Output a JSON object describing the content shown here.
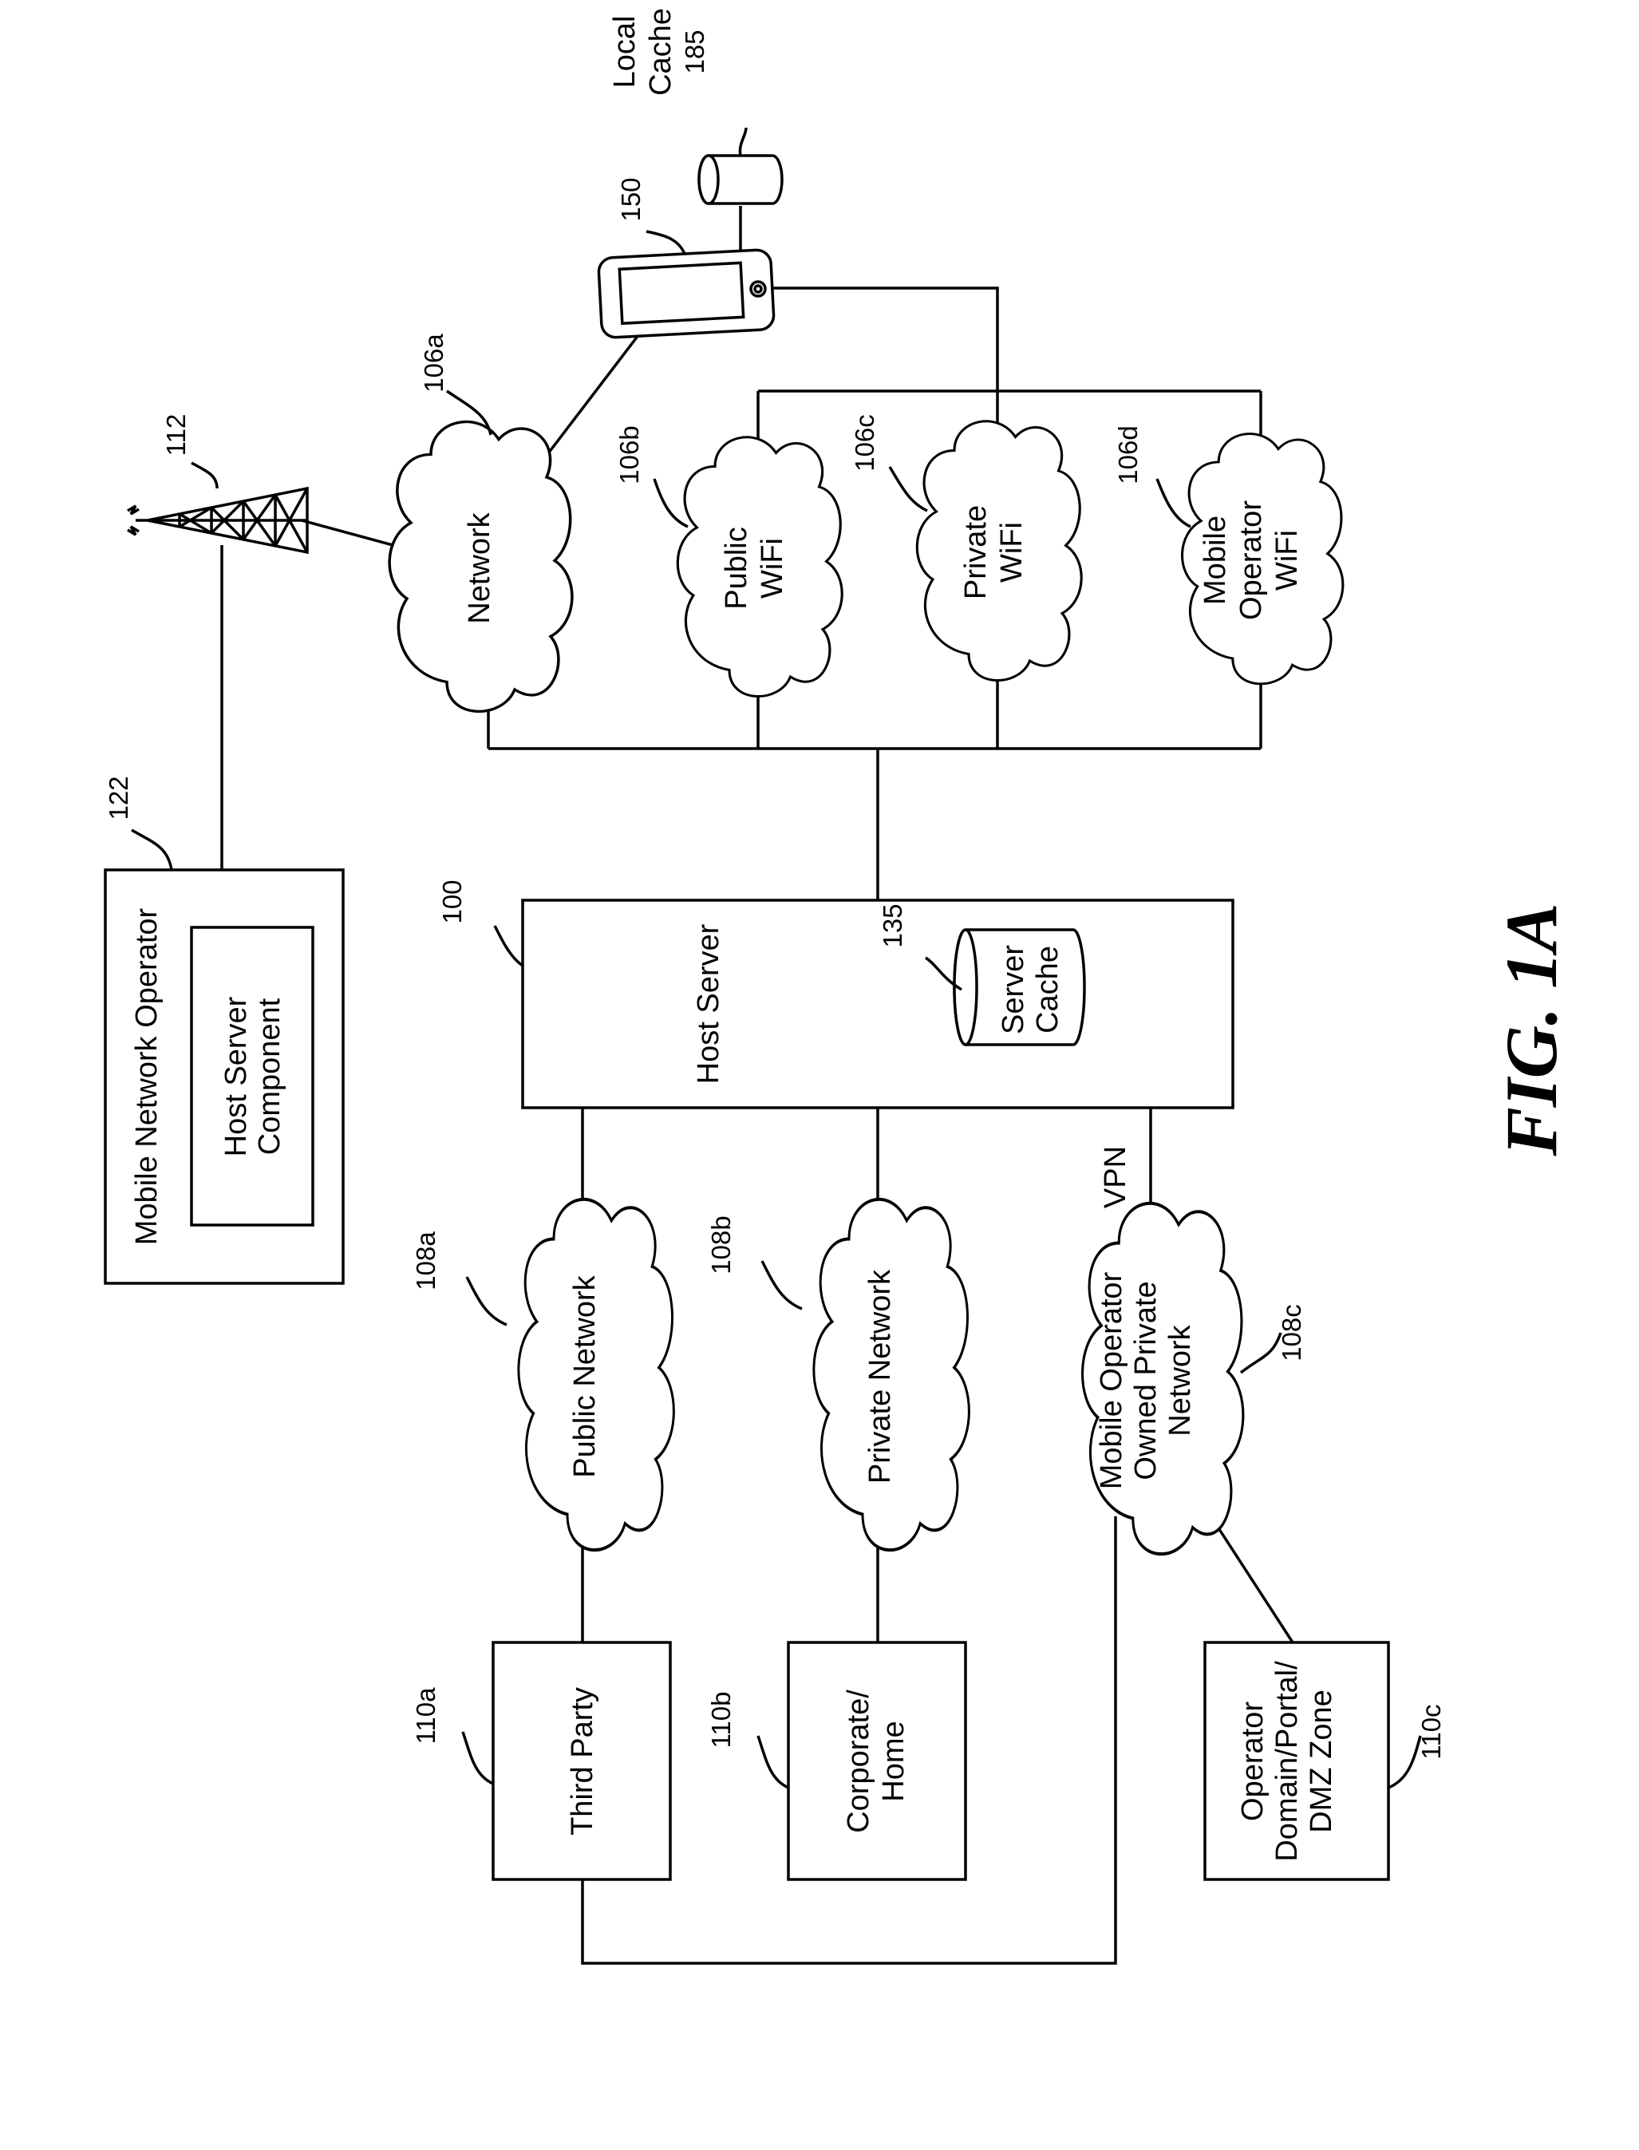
{
  "figure_label": "FIG. 1A",
  "mobile_operator": {
    "title": "Mobile Network Operator",
    "component_line1": "Host Server",
    "component_line2": "Component",
    "ref": "122"
  },
  "tower": {
    "ref": "112"
  },
  "host_server": {
    "label": "Host Server",
    "ref": "100"
  },
  "server_cache": {
    "line1": "Server",
    "line2": "Cache",
    "ref": "135"
  },
  "device": {
    "ref": "150"
  },
  "local_cache": {
    "line1": "Local",
    "line2": "Cache",
    "ref": "185"
  },
  "networks": {
    "network": {
      "label": "Network",
      "ref": "106a"
    },
    "public_wifi": {
      "line1": "Public",
      "line2": "WiFi",
      "ref": "106b"
    },
    "private_wifi": {
      "line1": "Private",
      "line2": "WiFi",
      "ref": "106c"
    },
    "operator_wifi": {
      "line1": "Mobile",
      "line2": "Operator",
      "line3": "WiFi",
      "ref": "106d"
    },
    "public_network": {
      "label": "Public Network",
      "ref": "108a"
    },
    "private_network": {
      "label": "Private Network",
      "ref": "108b"
    },
    "operator_private": {
      "line1": "Mobile Operator",
      "line2": "Owned Private",
      "line3": "Network",
      "ref": "108c"
    }
  },
  "vpn_label": "VPN",
  "endpoints": {
    "third_party": {
      "label": "Third Party",
      "ref": "110a"
    },
    "corporate": {
      "line1": "Corporate/",
      "line2": "Home",
      "ref": "110b"
    },
    "operator_domain": {
      "line1": "Operator",
      "line2": "Domain/Portal/",
      "line3": "DMZ Zone",
      "ref": "110c"
    }
  }
}
